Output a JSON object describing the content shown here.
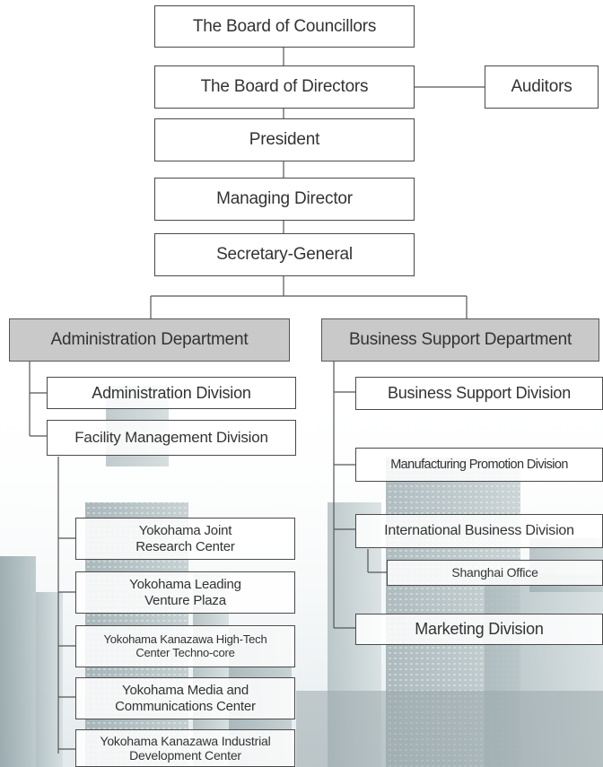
{
  "top": {
    "councillors": "The Board of Councillors",
    "directors": "The Board of Directors",
    "auditors": "Auditors",
    "president": "President",
    "managing_director": "Managing Director",
    "secretary_general": "Secretary-General"
  },
  "administration": {
    "department": "Administration Department",
    "admin_division": "Administration Division",
    "facility_division": "Facility Management Division",
    "facilities": [
      "Yokohama Joint\nResearch Center",
      "Yokohama Leading\nVenture Plaza",
      "Yokohama Kanazawa High-Tech\nCenter Techno-core",
      "Yokohama Media and\nCommunications Center",
      "Yokohama Kanazawa Industrial\nDevelopment Center"
    ]
  },
  "business": {
    "department": "Business Support Department",
    "support_division": "Business Support Division",
    "manufacturing_division": "Manufacturing Promotion Division",
    "international_division": "International Business Division",
    "shanghai_office": "Shanghai Office",
    "marketing_division": "Marketing Division"
  },
  "colors": {
    "department_fill": "#c9c9c9",
    "box_border": "#4a4a4a",
    "connector": "#555555",
    "text": "#333333"
  }
}
